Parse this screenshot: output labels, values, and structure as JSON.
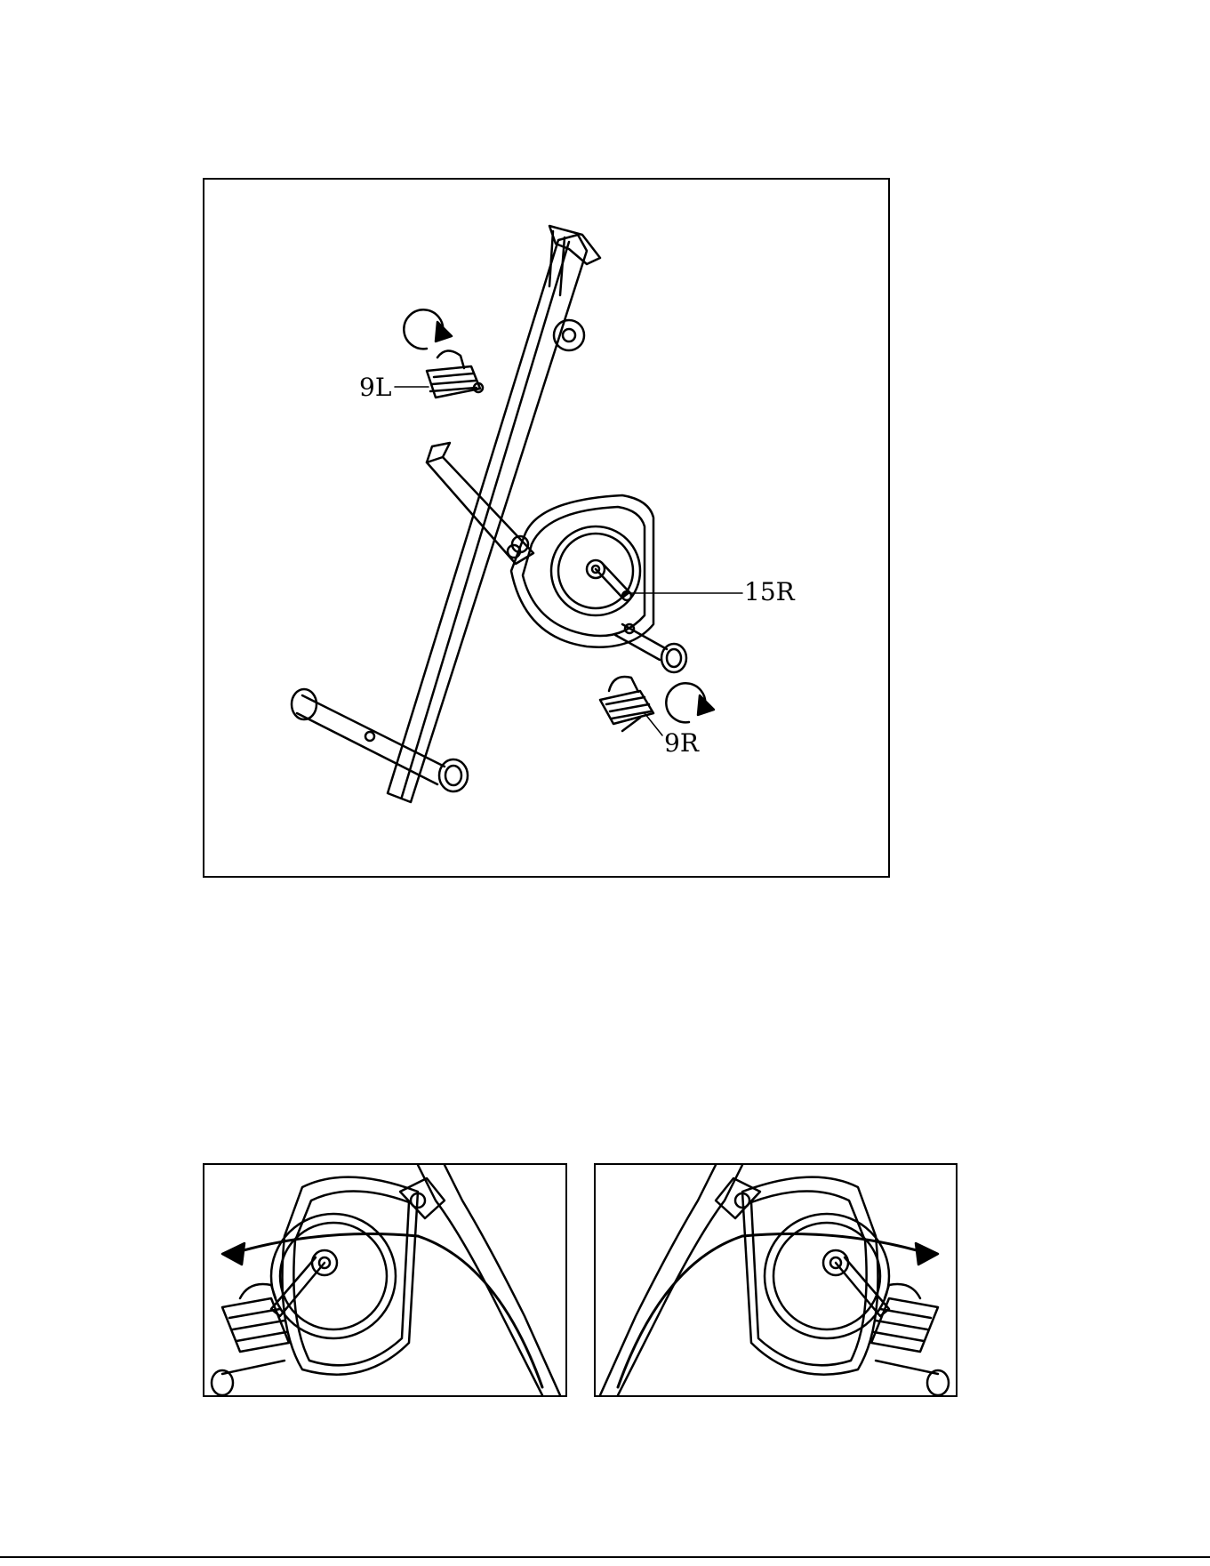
{
  "main_figure": {
    "labels": {
      "left_pedal": "9L",
      "crank": "15R",
      "right_pedal": "9R"
    }
  },
  "colors": {
    "line": "#000000",
    "background": "#ffffff"
  }
}
